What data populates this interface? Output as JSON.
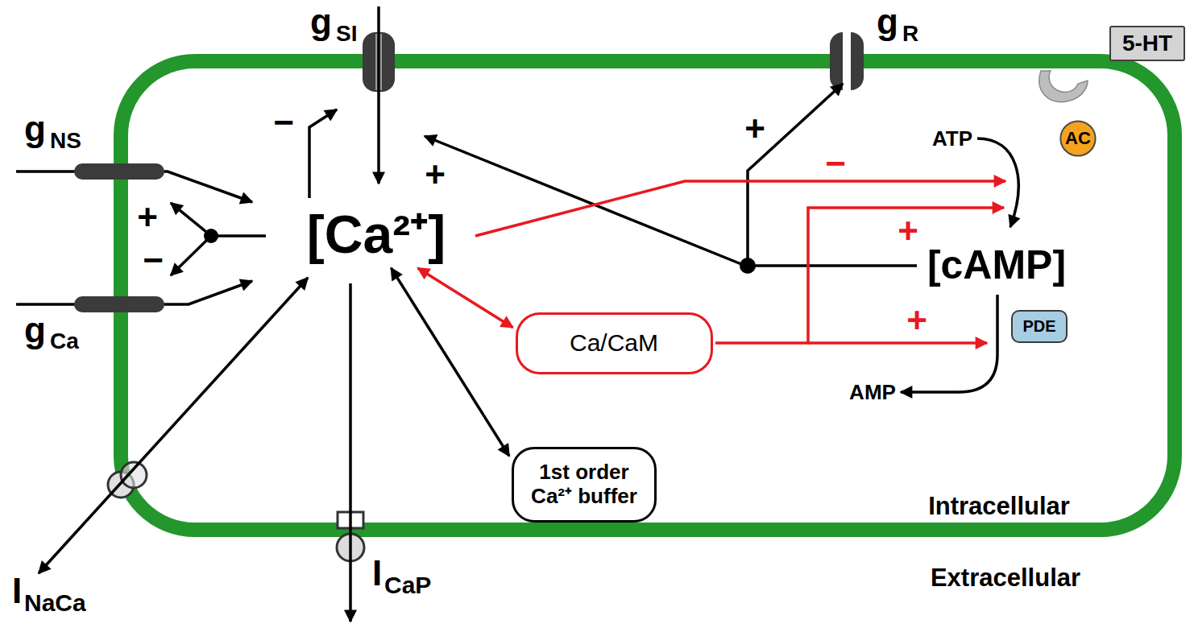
{
  "diagram": {
    "nodes": [
      {
        "text": [
          "5-HT"
        ]
      },
      {
        "text": [
          "AC"
        ]
      },
      {
        "text": [
          "[Ca²⁺]"
        ]
      },
      {
        "text": [
          "[cAMP]"
        ]
      },
      {
        "text": [
          "PDE"
        ]
      },
      {
        "text": [
          "Ca/CaM"
        ]
      },
      {
        "text": [
          "1st order Ca²⁺ buffer"
        ]
      }
    ],
    "edges": [
      {
        "from": 2,
        "to": 5,
        "arrow": "both"
      },
      {
        "from": 2,
        "to": 6,
        "arrow": "both"
      }
    ],
    "labels": [
      "g",
      "SI",
      "g",
      "R",
      "g",
      "NS",
      "g",
      "Ca",
      "I",
      "NaCa",
      "I",
      "CaP",
      "ATP",
      "AMP",
      "Intracellular",
      "Extracellular",
      "−",
      "+",
      "+",
      "−",
      "+",
      "+",
      "+",
      "−"
    ]
  }
}
